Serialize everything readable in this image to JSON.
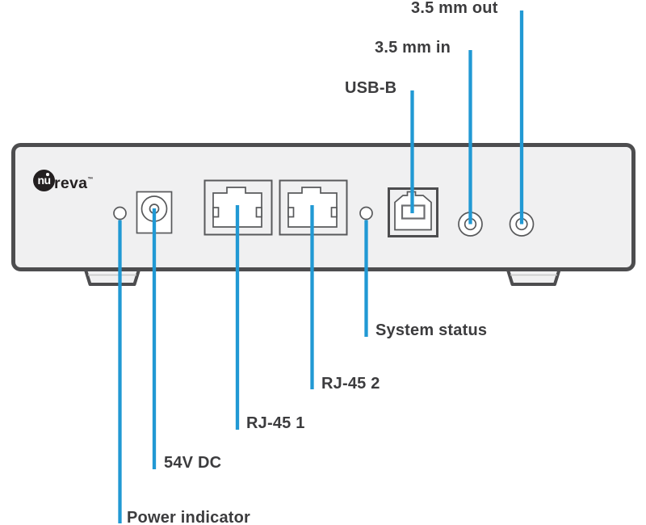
{
  "diagram": {
    "brand": {
      "circle_text": "nu",
      "word": "reva",
      "trademark": "™"
    },
    "callouts": [
      {
        "id": "audio_out",
        "label": "3.5 mm out"
      },
      {
        "id": "audio_in",
        "label": "3.5 mm in"
      },
      {
        "id": "usb_b",
        "label": "USB-B"
      },
      {
        "id": "system_status",
        "label": "System status"
      },
      {
        "id": "rj45_2",
        "label": "RJ-45 2"
      },
      {
        "id": "rj45_1",
        "label": "RJ-45 1"
      },
      {
        "id": "dc_power",
        "label": "54V DC"
      },
      {
        "id": "power_indicator",
        "label": "Power indicator"
      }
    ],
    "colors": {
      "accent": "#2199d4",
      "panel_fill": "#f0f0f1",
      "panel_border": "#4d4d4f",
      "port_stroke": "#58595b",
      "port_fill": "#ffffff",
      "label_text": "#3c3c3e",
      "logo_black": "#231f20"
    }
  }
}
